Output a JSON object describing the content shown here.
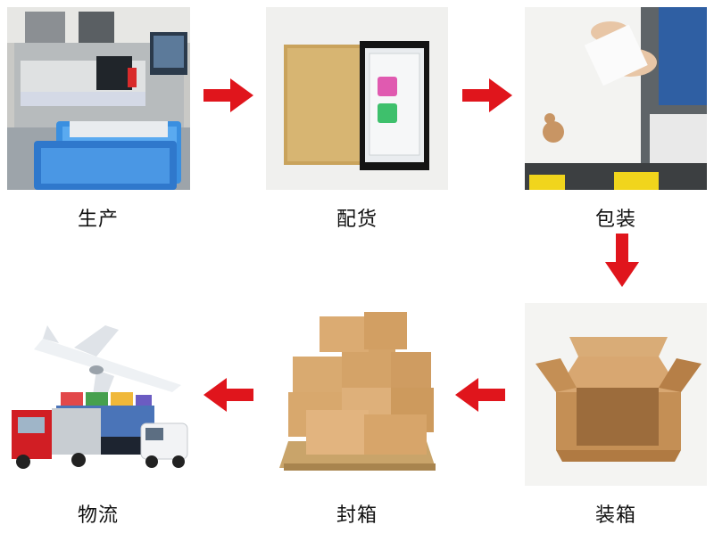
{
  "steps": [
    {
      "label": "生产",
      "image": "cnc-machine-factory-photo"
    },
    {
      "label": "配货",
      "image": "screen-protector-package-photo"
    },
    {
      "label": "包装",
      "image": "worker-packing-photo"
    },
    {
      "label": "装箱",
      "image": "open-cardboard-box-photo"
    },
    {
      "label": "封箱",
      "image": "boxes-on-pallet-photo"
    },
    {
      "label": "物流",
      "image": "plane-truck-ship-photo"
    }
  ],
  "arrow_color": "#e0151c"
}
